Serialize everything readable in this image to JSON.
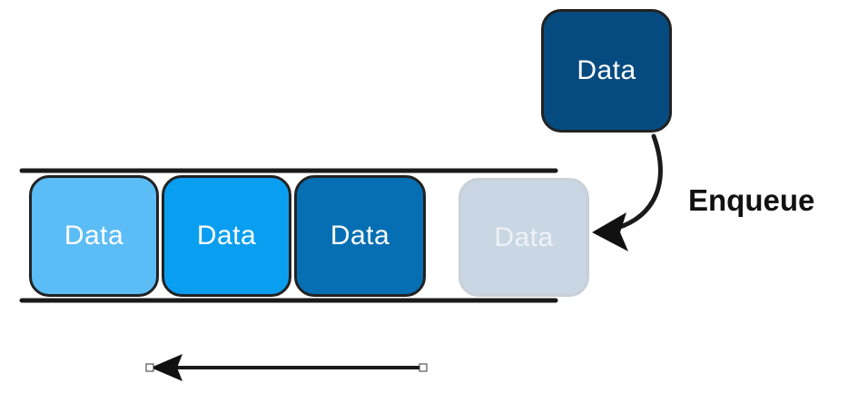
{
  "colors": {
    "box_1": "#5bbcf6",
    "box_2": "#0a9ef1",
    "box_3": "#066fb3",
    "box_4": "#c9d6e3",
    "box_new": "#064b80",
    "outline": "#222222",
    "ghost_text": "#eef2f6"
  },
  "queue": {
    "items": [
      {
        "label": "Data"
      },
      {
        "label": "Data"
      },
      {
        "label": "Data"
      },
      {
        "label": "Data"
      }
    ]
  },
  "incoming": {
    "label": "Data"
  },
  "operation": {
    "label": "Enqueue"
  }
}
